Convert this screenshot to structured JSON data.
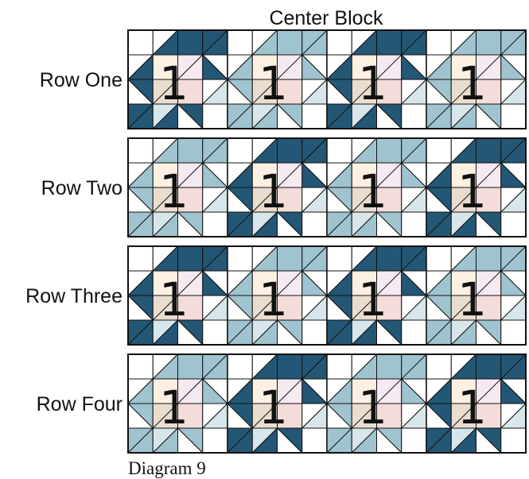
{
  "title": "Center Block",
  "caption": "Diagram 9",
  "block_number": "1",
  "colors": {
    "navy": "#245776",
    "blue": "#9fc4d0",
    "light_blue": "#d7e6ea",
    "pink": "#f3dcd9",
    "beige": "#e9ddd0",
    "cream": "#fbf0e2",
    "lilac": "#f5eaf2",
    "white": "#ffffff",
    "outline": "#111111"
  },
  "rows": [
    {
      "label": "Row One",
      "blocks": [
        "navy",
        "blue",
        "navy",
        "blue"
      ]
    },
    {
      "label": "Row Two",
      "blocks": [
        "blue",
        "navy",
        "blue",
        "navy"
      ]
    },
    {
      "label": "Row Three",
      "blocks": [
        "navy",
        "blue",
        "navy",
        "blue"
      ]
    },
    {
      "label": "Row Four",
      "blocks": [
        "blue",
        "navy",
        "blue",
        "navy"
      ]
    }
  ]
}
